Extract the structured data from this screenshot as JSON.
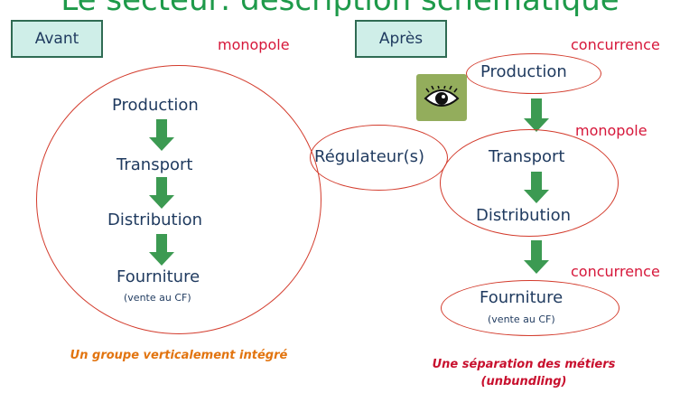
{
  "title": "Le secteur: description schématique",
  "avant": {
    "tab": "Avant",
    "tag": "monopole",
    "steps": [
      "Production",
      "Transport",
      "Distribution",
      "Fourniture"
    ],
    "sub": "(vente au CF)",
    "caption": "Un groupe verticalement intégré"
  },
  "apres": {
    "tab": "Après",
    "regulateur": "Régulateur(s)",
    "steps": [
      "Production",
      "Transport",
      "Distribution",
      "Fourniture"
    ],
    "sub": "(vente au CF)",
    "tags": [
      "concurrence",
      "monopole",
      "concurrence"
    ],
    "caption_line1": "Une séparation des métiers",
    "caption_line2": "(unbundling)"
  },
  "icons": {
    "observer": "eye-icon",
    "flow": "arrow-down-icon"
  },
  "colors": {
    "title": "#1e9a4a",
    "tab_fill": "#cfeee8",
    "tab_border": "#2f6b53",
    "arrow": "#3c9a52",
    "ellipse": "#d33b2c",
    "tag": "#d6173a",
    "caption_left": "#e2740f",
    "caption_right": "#c8102e",
    "eye_box": "#93ad5c"
  }
}
